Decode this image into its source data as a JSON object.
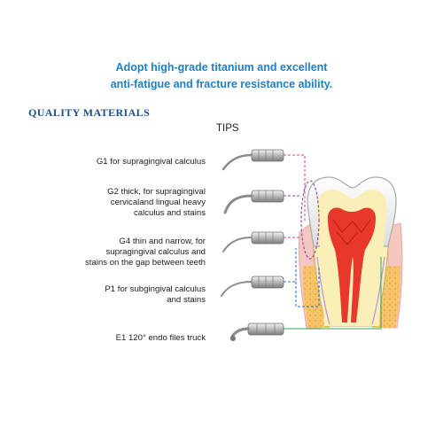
{
  "headline": {
    "line1": "Adopt high-grade titanium and excellent",
    "line2": "anti-fatigue and fracture resistance ability."
  },
  "section_title": "QUALITY MATERIALS",
  "tips_header": "TIPS",
  "tips": [
    {
      "code": "G1",
      "lines": [
        "G1  for supragingival calculus"
      ],
      "icon": "ultrasonic-tip-icon",
      "connector_color": "#e0407a"
    },
    {
      "code": "G2",
      "lines": [
        "G2  thick, for supragingival",
        "cervicaland lingual heavy",
        "calculus and stains"
      ],
      "icon": "ultrasonic-tip-icon",
      "connector_color": "#8a3fb0"
    },
    {
      "code": "G4",
      "lines": [
        "G4 thin and narrow, for",
        "supragingival calculus and",
        "stains on the gap between teeth"
      ],
      "icon": "ultrasonic-tip-icon",
      "connector_color": "#e0407a"
    },
    {
      "code": "P1",
      "lines": [
        "P1  for subgingival calculus",
        "and stains"
      ],
      "icon": "ultrasonic-tip-icon",
      "connector_color": "#2a6fcf"
    },
    {
      "code": "E1",
      "lines": [
        "E1  120° endo files truck"
      ],
      "icon": "endo-file-holder-icon",
      "connector_color": "#3aa05a"
    }
  ],
  "tooth_illustration": "tooth-cross-section",
  "colors": {
    "headline": "#1e7fc7",
    "section_title": "#1a4e8c",
    "enamel": "#f3f3f3",
    "dentin": "#fbefb8",
    "pulp": "#e8382c",
    "gum": "#f6c6c0",
    "bone": "#f6c46a"
  }
}
